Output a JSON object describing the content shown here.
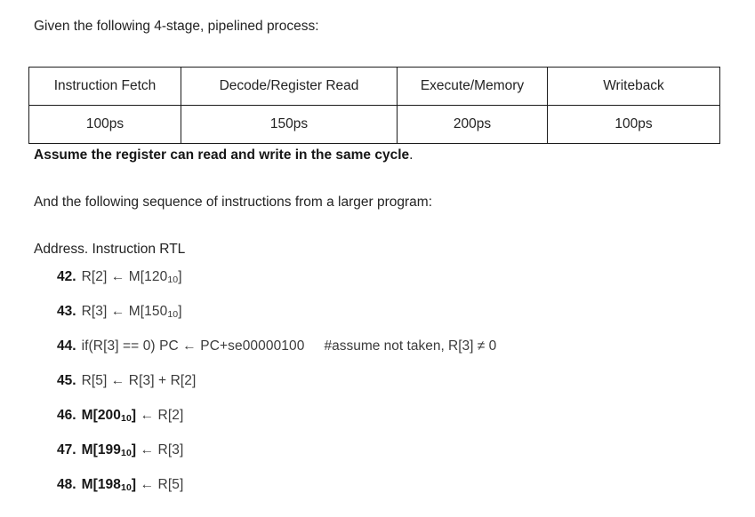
{
  "document": {
    "intro_text": "Given the following 4-stage, pipelined process:",
    "assume_note": {
      "bold_text": "Assume the register can read and write in the same cycle",
      "period": "."
    },
    "sequence_text": "And the following sequence of instructions from a larger program:",
    "listing_header": "Address. Instruction RTL"
  },
  "pipeline_table": {
    "stages": [
      "Instruction Fetch",
      "Decode/Register Read",
      "Execute/Memory",
      "Writeback"
    ],
    "latencies": [
      "100ps",
      "150ps",
      "200ps",
      "100ps"
    ]
  },
  "instructions": [
    {
      "address": "42.",
      "target": "R[2]",
      "arrow": "←",
      "source_prefix": "M[120",
      "subscript": "10",
      "source_suffix": "]",
      "comment": ""
    },
    {
      "address": "43.",
      "target": "R[3]",
      "arrow": "←",
      "source_prefix": "M[150",
      "subscript": "10",
      "source_suffix": "]",
      "comment": ""
    },
    {
      "address": "44.",
      "full_text": "if(R[3] == 0) PC ←  PC+se00000100",
      "comment": "#assume not taken, R[3] ≠ 0"
    },
    {
      "address": "45.",
      "full_text": "R[5] ← R[3] + R[2]",
      "comment": ""
    },
    {
      "address": "46.",
      "mem_prefix": "M[200",
      "subscript": "10",
      "mem_suffix": "]",
      "arrow": "←",
      "target": "R[2]",
      "comment": ""
    },
    {
      "address": "47.",
      "mem_prefix": "M[199",
      "subscript": "10",
      "mem_suffix": "]",
      "arrow": "←",
      "target": "R[3]",
      "comment": ""
    },
    {
      "address": "48.",
      "mem_prefix": "M[198",
      "subscript": "10",
      "mem_suffix": "]",
      "arrow": "←",
      "target": "R[5]",
      "comment": ""
    }
  ]
}
